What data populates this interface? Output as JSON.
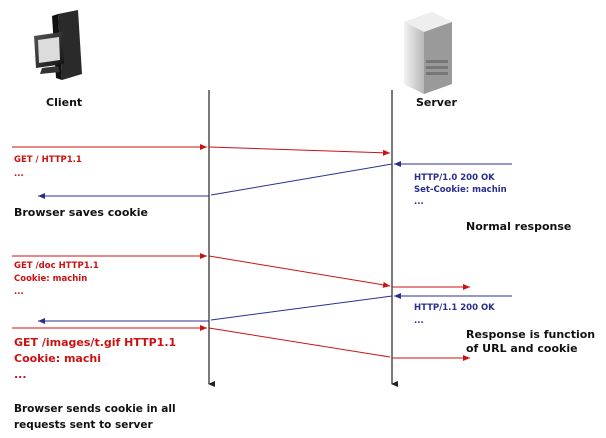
{
  "actors": {
    "client": {
      "label": "Client"
    },
    "server": {
      "label": "Server"
    }
  },
  "messages": {
    "req1": {
      "line1": "GET / HTTP1.1",
      "line2": "..."
    },
    "resp1": {
      "line1": "HTTP/1.0 200 OK",
      "line2": "Set-Cookie: machin",
      "line3": "..."
    },
    "note_saves": "Browser saves  cookie",
    "note_normal": "Normal response",
    "req2": {
      "line1": "GET /doc HTTP1.1",
      "line2": "Cookie: machin",
      "line3": "..."
    },
    "resp2": {
      "line1": "HTTP/1.1 200 OK",
      "line2": "..."
    },
    "note_function": {
      "line1": "Response is function",
      "line2": "of URL and cookie"
    },
    "req3": {
      "line1": "GET /images/t.gif HTTP1.1",
      "line2": "Cookie: machi",
      "line3": "..."
    },
    "note_sends": {
      "line1": "Browser sends cookie in all",
      "line2": "requests sent to server"
    }
  },
  "colors": {
    "request": "#cc1111",
    "response": "#2a2f8f",
    "text": "#111111",
    "lifeline": "#222222"
  },
  "icons": {
    "client": "desktop-computer-icon",
    "server": "server-tower-icon"
  }
}
